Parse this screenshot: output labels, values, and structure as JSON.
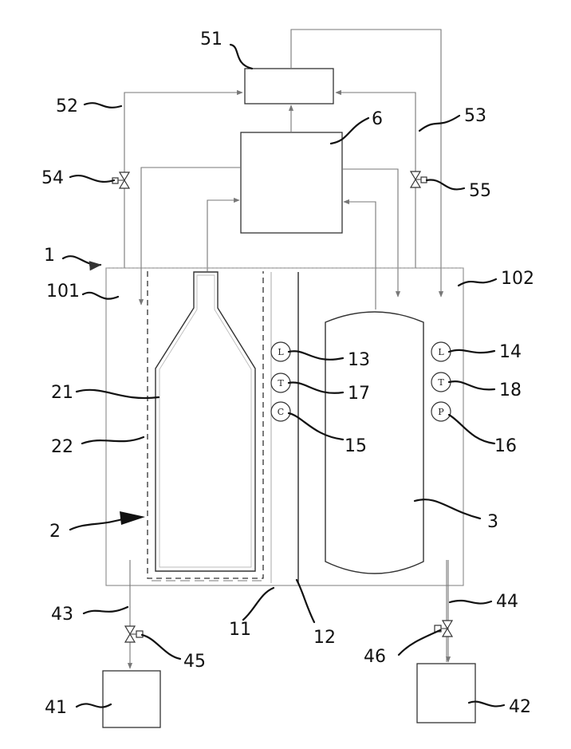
{
  "labels": {
    "n1": "1",
    "n101": "101",
    "n102": "102",
    "n2": "2",
    "n3": "3",
    "n6": "6",
    "n11": "11",
    "n12": "12",
    "n13": "13",
    "n14": "14",
    "n15": "15",
    "n16": "16",
    "n17": "17",
    "n18": "18",
    "n21": "21",
    "n22": "22",
    "n41": "41",
    "n42": "42",
    "n43": "43",
    "n44": "44",
    "n45": "45",
    "n46": "46",
    "n51": "51",
    "n52": "52",
    "n53": "53",
    "n54": "54",
    "n55": "55"
  },
  "sensors": {
    "s13": "L",
    "s17": "T",
    "s15": "C",
    "s14": "L",
    "s18": "T",
    "s16": "P"
  }
}
